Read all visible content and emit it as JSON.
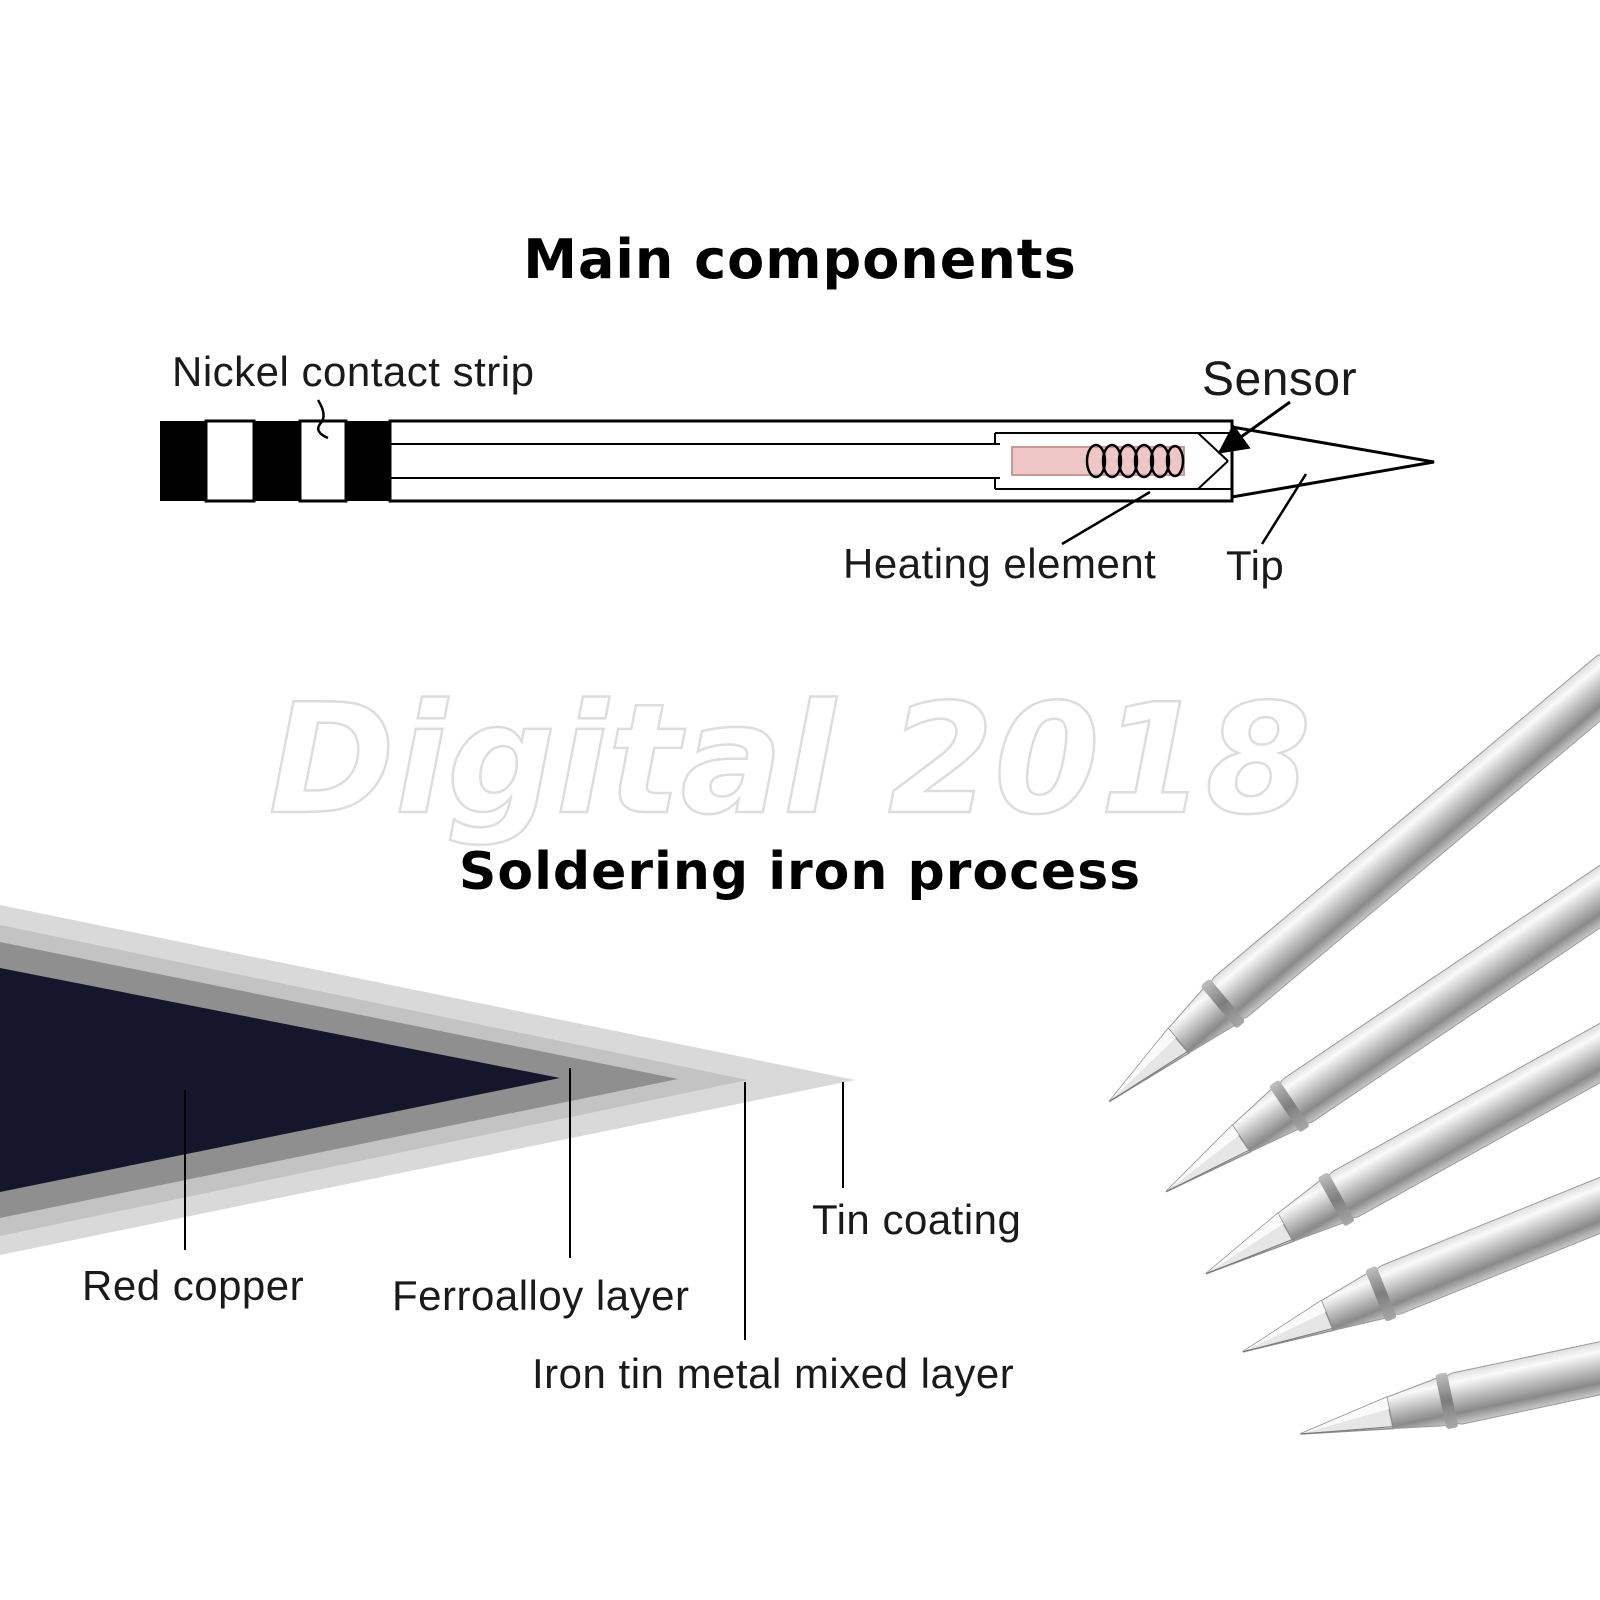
{
  "watermark": "Digital 2018",
  "sections": {
    "main_components": {
      "title": "Main components"
    },
    "soldering_process": {
      "title": "Soldering iron process"
    }
  },
  "component_labels": {
    "nickel_contact_strip": "Nickel contact strip",
    "sensor": "Sensor",
    "heating_element": "Heating element",
    "tip": "Tip"
  },
  "layer_labels": {
    "red_copper": "Red copper",
    "ferroalloy_layer": "Ferroalloy layer",
    "iron_tin_mixed_layer": "Iron tin metal mixed layer",
    "tin_coating": "Tin coating"
  },
  "colors": {
    "background": "#ffffff",
    "line": "#000000",
    "heating_element_fill": "#eec6c6",
    "heating_element_stroke": "#c99a9a",
    "layer_tin_coating": "#d9d9d9",
    "layer_iron_tin_mixed": "#c3c3c3",
    "layer_ferroalloy": "#8f8f8f",
    "layer_red_copper_core": "#15152b",
    "watermark_fill": "#ffffff",
    "watermark_stroke": "#dcdcdc"
  }
}
